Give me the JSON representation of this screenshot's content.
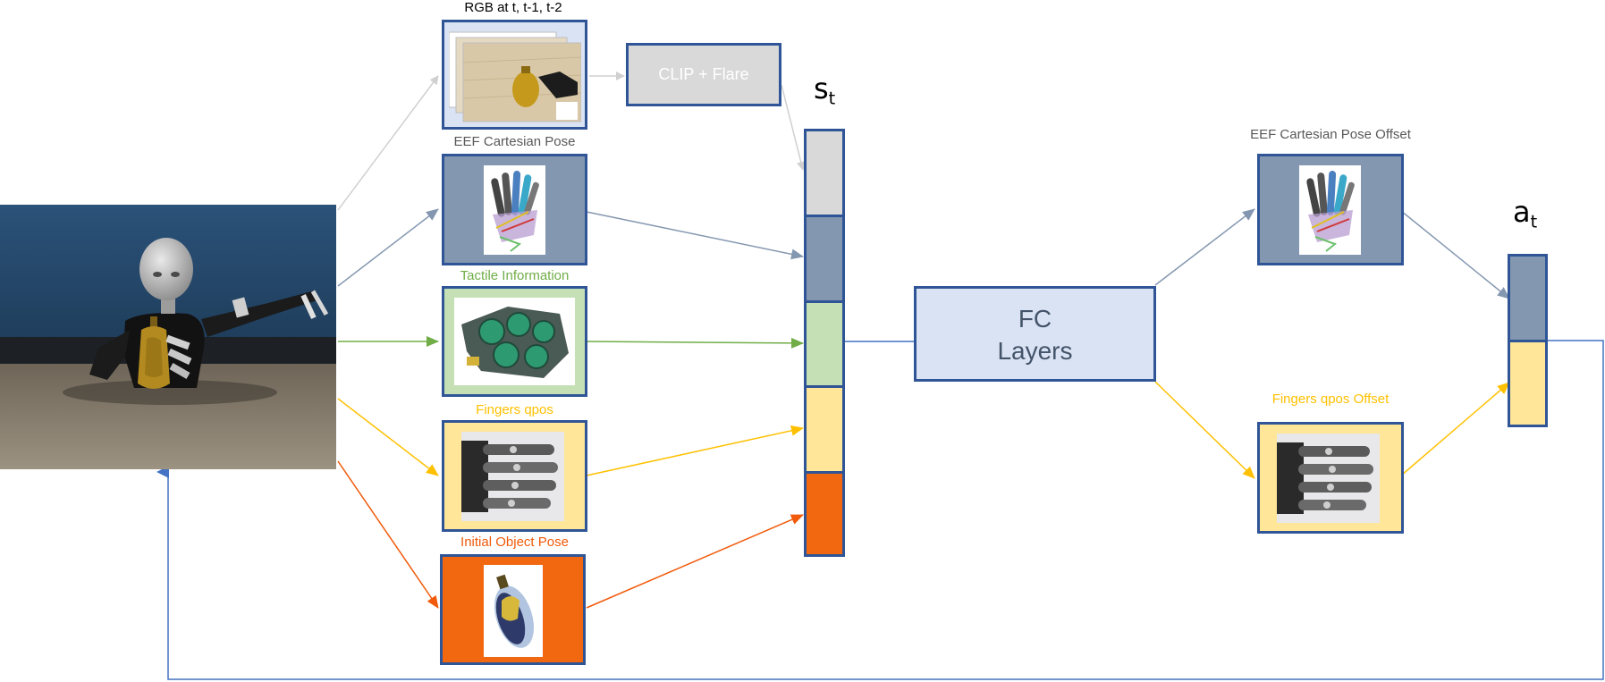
{
  "title_rgb": "RGB at t, t-1, t-2",
  "clip_label": "CLIP + Flare",
  "label_eef": "EEF Cartesian Pose",
  "label_tactile": "Tactile Information",
  "label_fingers": "Fingers qpos",
  "label_object": "Initial Object Pose",
  "state_symbol": "s",
  "state_sub": "t",
  "fc_line1": "FC",
  "fc_line2": "Layers",
  "label_eef_offset": "EEF Cartesian Pose Offset",
  "label_fingers_offset": "Fingers qpos Offset",
  "action_symbol": "a",
  "action_sub": "t",
  "colors": {
    "border": "#2f5597",
    "gray": "#d9d9d9",
    "steel": "#8497b0",
    "green": "#c5e0b4",
    "yellow": "#ffe699",
    "orange": "#f26810",
    "fc": "#dae3f3",
    "arrow_gray": "#d0d0d0",
    "arrow_steel": "#8497b0",
    "arrow_green": "#70ad47",
    "arrow_yellow": "#ffc000",
    "arrow_orange": "#f05a0a",
    "arrow_blue": "#4472c4",
    "text_gray": "#595959",
    "text_green": "#70ad47",
    "text_yellow": "#ffc000",
    "text_orange": "#f05a0a"
  }
}
